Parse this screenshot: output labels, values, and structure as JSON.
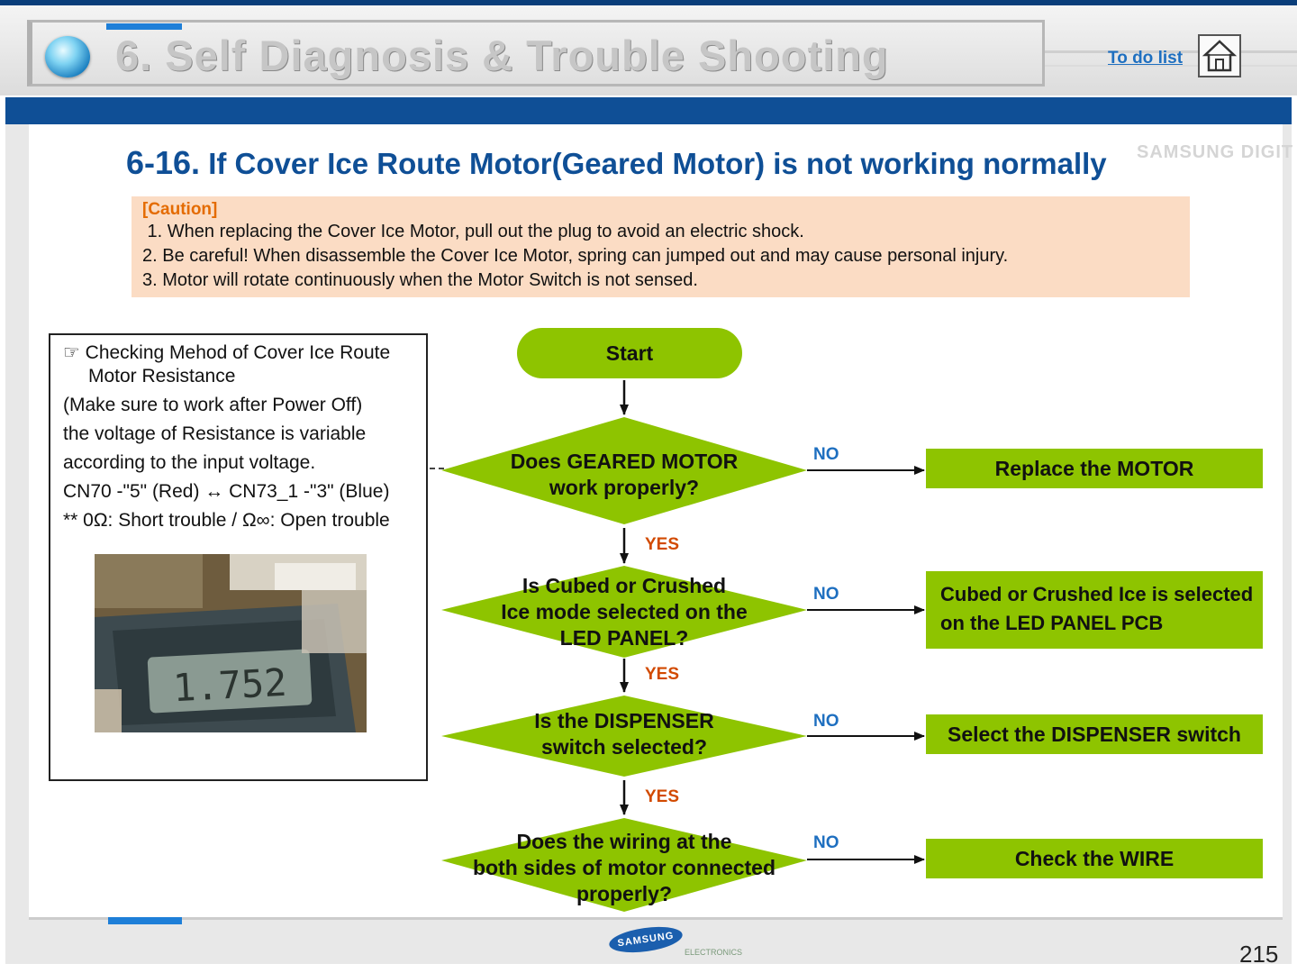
{
  "header": {
    "title": "6. Self Diagnosis & Trouble Shooting",
    "todo_link": "To do list"
  },
  "section": {
    "number": "6-16.",
    "title": "If Cover Ice Route Motor(Geared Motor) is not working normally",
    "watermark": "SAMSUNG DIGIT"
  },
  "caution": {
    "heading": "[Caution]",
    "lines": [
      " 1. When replacing the Cover Ice Motor, pull out the plug to avoid an electric shock.",
      "2. Be careful! When disassemble the Cover Ice Motor, spring can jumped out and may cause personal injury.",
      "3. Motor will rotate continuously when the Motor Switch is not sensed."
    ]
  },
  "info_box": {
    "lines": [
      "☞ Checking Mehod of Cover Ice Route",
      "Motor Resistance",
      "(Make sure to work after Power Off)",
      "the voltage of Resistance is variable",
      "according to the input voltage.",
      "CN70 -\"5\" (Red) ↔ CN73_1 -\"3\" (Blue)",
      "** 0Ω: Short trouble / Ω∞: Open trouble"
    ],
    "meter_reading": "1.752"
  },
  "flowchart": {
    "start": "Start",
    "decisions": [
      {
        "lines": [
          "Does GEARED MOTOR",
          "work properly?"
        ],
        "no_label": "NO",
        "yes_label": "YES",
        "action": [
          "Replace the MOTOR"
        ]
      },
      {
        "lines": [
          "Is Cubed or Crushed",
          "Ice mode selected on the",
          "LED PANEL?"
        ],
        "no_label": "NO",
        "yes_label": "YES",
        "action": [
          "Cubed or Crushed Ice is selected",
          "on the LED PANEL PCB"
        ]
      },
      {
        "lines": [
          "Is the DISPENSER",
          "switch selected?"
        ],
        "no_label": "NO",
        "yes_label": "YES",
        "action": [
          "Select the DISPENSER switch"
        ]
      },
      {
        "lines": [
          "Does the wiring at the",
          "both sides of motor connected",
          "properly?"
        ],
        "no_label": "NO",
        "action": [
          "Check the WIRE"
        ]
      }
    ],
    "colors": {
      "fill": "#8ec400",
      "no": "#1e6fc0",
      "yes": "#d24a00"
    }
  },
  "footer": {
    "logo": "SAMSUNG",
    "logo_sub": "ELECTRONICS",
    "page_number": "215"
  }
}
